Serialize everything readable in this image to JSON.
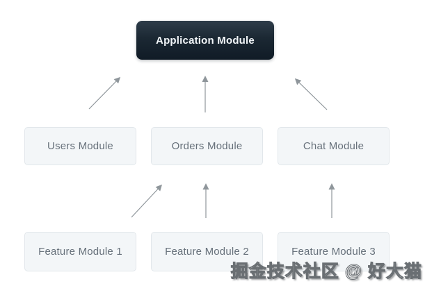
{
  "diagram": {
    "nodes": {
      "app": {
        "label": "Application Module"
      },
      "users": {
        "label": "Users Module"
      },
      "orders": {
        "label": "Orders Module"
      },
      "chat": {
        "label": "Chat Module"
      },
      "feature1": {
        "label": "Feature Module 1"
      },
      "feature2": {
        "label": "Feature Module 2"
      },
      "feature3": {
        "label": "Feature Module 3"
      }
    },
    "edges": [
      {
        "from": "users",
        "to": "app"
      },
      {
        "from": "orders",
        "to": "app"
      },
      {
        "from": "chat",
        "to": "app"
      },
      {
        "from": "feature1",
        "to": "orders"
      },
      {
        "from": "feature2",
        "to": "orders"
      },
      {
        "from": "feature3",
        "to": "chat"
      }
    ]
  },
  "watermark": {
    "text": "掘金技术社区 @ 好大猫"
  },
  "colors": {
    "background": "#ffffff",
    "node_dark_top": "#2e3c49",
    "node_dark_bottom": "#101b26",
    "node_dark_text": "#f2f6f9",
    "node_light_bg": "#f3f6f8",
    "node_light_border": "#e2e7eb",
    "node_light_text": "#66707a",
    "arrow": "#8f969b"
  }
}
